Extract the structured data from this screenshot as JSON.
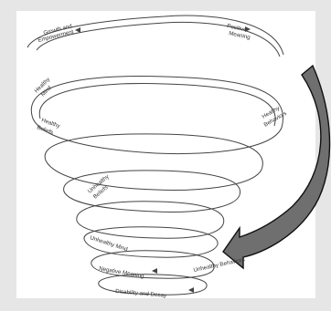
{
  "diagram": {
    "colors": {
      "frame": "#e6e6e6",
      "panel": "#ffffff",
      "spiral": "#444444",
      "arrow_fill": "#6f6f6f",
      "arrow_stroke": "#111111"
    },
    "labels": {
      "growth_a": "Growth and",
      "growth_b": "Empowerment",
      "positive_a": "Positive",
      "positive_b": "Meaning",
      "healthy_mind_a": "Healthy",
      "healthy_mind_b": "Mind",
      "healthy_beliefs_a": "Healthy",
      "healthy_beliefs_b": "Beliefs",
      "healthy_behaviors_a": "Healthy",
      "healthy_behaviors_b": "Behaviors",
      "unhealthy_beliefs_a": "Unhealthy",
      "unhealthy_beliefs_b": "Beliefs",
      "unhealthy_mind": "Unhealthy Mind",
      "unhealthy_behaviors": "Unhealthy Behaviors",
      "negative_meaning": "Negative Meaning",
      "disability": "Disability and Decay"
    }
  }
}
